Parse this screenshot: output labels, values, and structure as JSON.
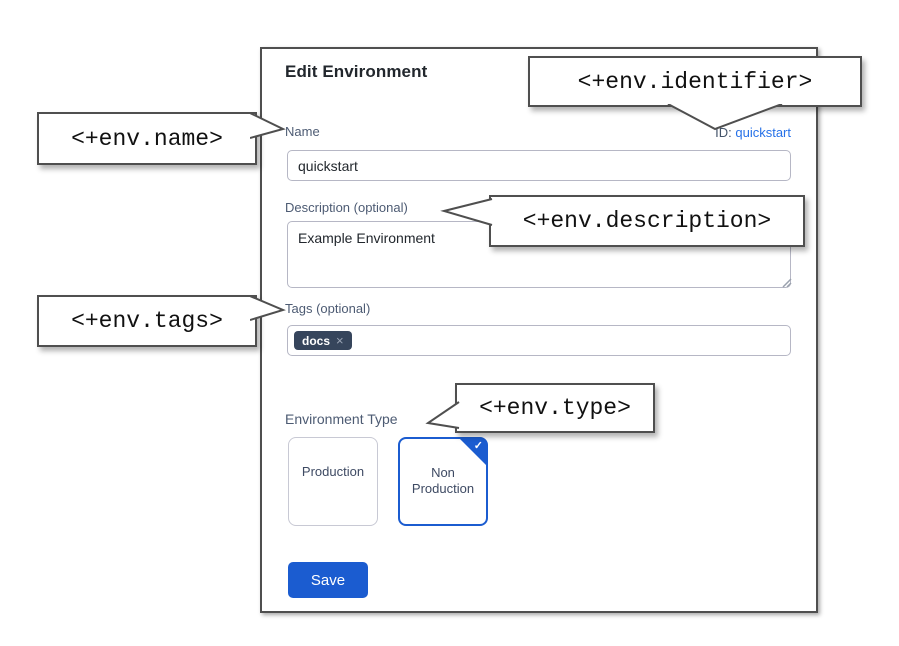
{
  "panel": {
    "title": "Edit Environment",
    "name_field": {
      "label": "Name",
      "value": "quickstart"
    },
    "id_field": {
      "label": "ID:",
      "value": "quickstart"
    },
    "description_field": {
      "label": "Description (optional)",
      "value": "Example Environment"
    },
    "tags_field": {
      "label": "Tags (optional)",
      "tags": [
        {
          "label": "docs",
          "remove_icon": "×"
        }
      ]
    },
    "environment_type": {
      "label": "Environment Type",
      "options": [
        {
          "label": "Production",
          "selected": false
        },
        {
          "label": "Non Production",
          "selected": true
        }
      ],
      "check_icon": "✓"
    },
    "save_button": "Save"
  },
  "callouts": {
    "name": {
      "text": "<+env.name>"
    },
    "identifier": {
      "text": "<+env.identifier>"
    },
    "description": {
      "text": "<+env.description>"
    },
    "tags": {
      "text": "<+env.tags>"
    },
    "type": {
      "text": "<+env.type>"
    }
  },
  "colors": {
    "accent_blue": "#1b5cd0",
    "link_blue": "#2671e8",
    "chip_bg": "#36455c",
    "callout_border": "#4f4f4f"
  }
}
